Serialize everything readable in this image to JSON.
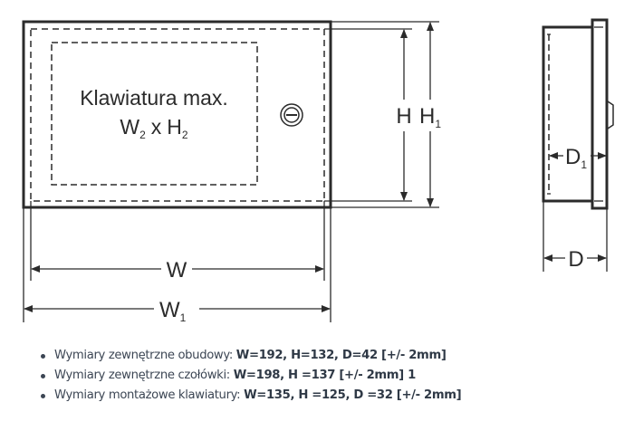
{
  "diagram": {
    "keyboard_label_line1": "Klawiatura max.",
    "keyboard_label_line2_w": "W",
    "keyboard_label_line2_w_sub": "2",
    "keyboard_label_line2_x": "x",
    "keyboard_label_line2_h": "H",
    "keyboard_label_line2_h_sub": "2",
    "dim_h": "H",
    "dim_h1": "H",
    "dim_h1_sub": "1",
    "dim_w": "W",
    "dim_w1": "W",
    "dim_w1_sub": "1",
    "dim_d1": "D",
    "dim_d1_sub": "1",
    "dim_d": "D",
    "line_color": "#2b2b2b"
  },
  "specs": [
    {
      "label": "Wymiary zewnętrzne obudowy:",
      "value": "W=192, H=132, D=42 [+/- 2mm]"
    },
    {
      "label": "Wymiary zewnętrzne czołówki:",
      "value": "W=198, H =137 [+/- 2mm] 1"
    },
    {
      "label": "Wymiary montażowe klawiatury:",
      "value": "W=135, H =125, D =32 [+/- 2mm]"
    }
  ]
}
